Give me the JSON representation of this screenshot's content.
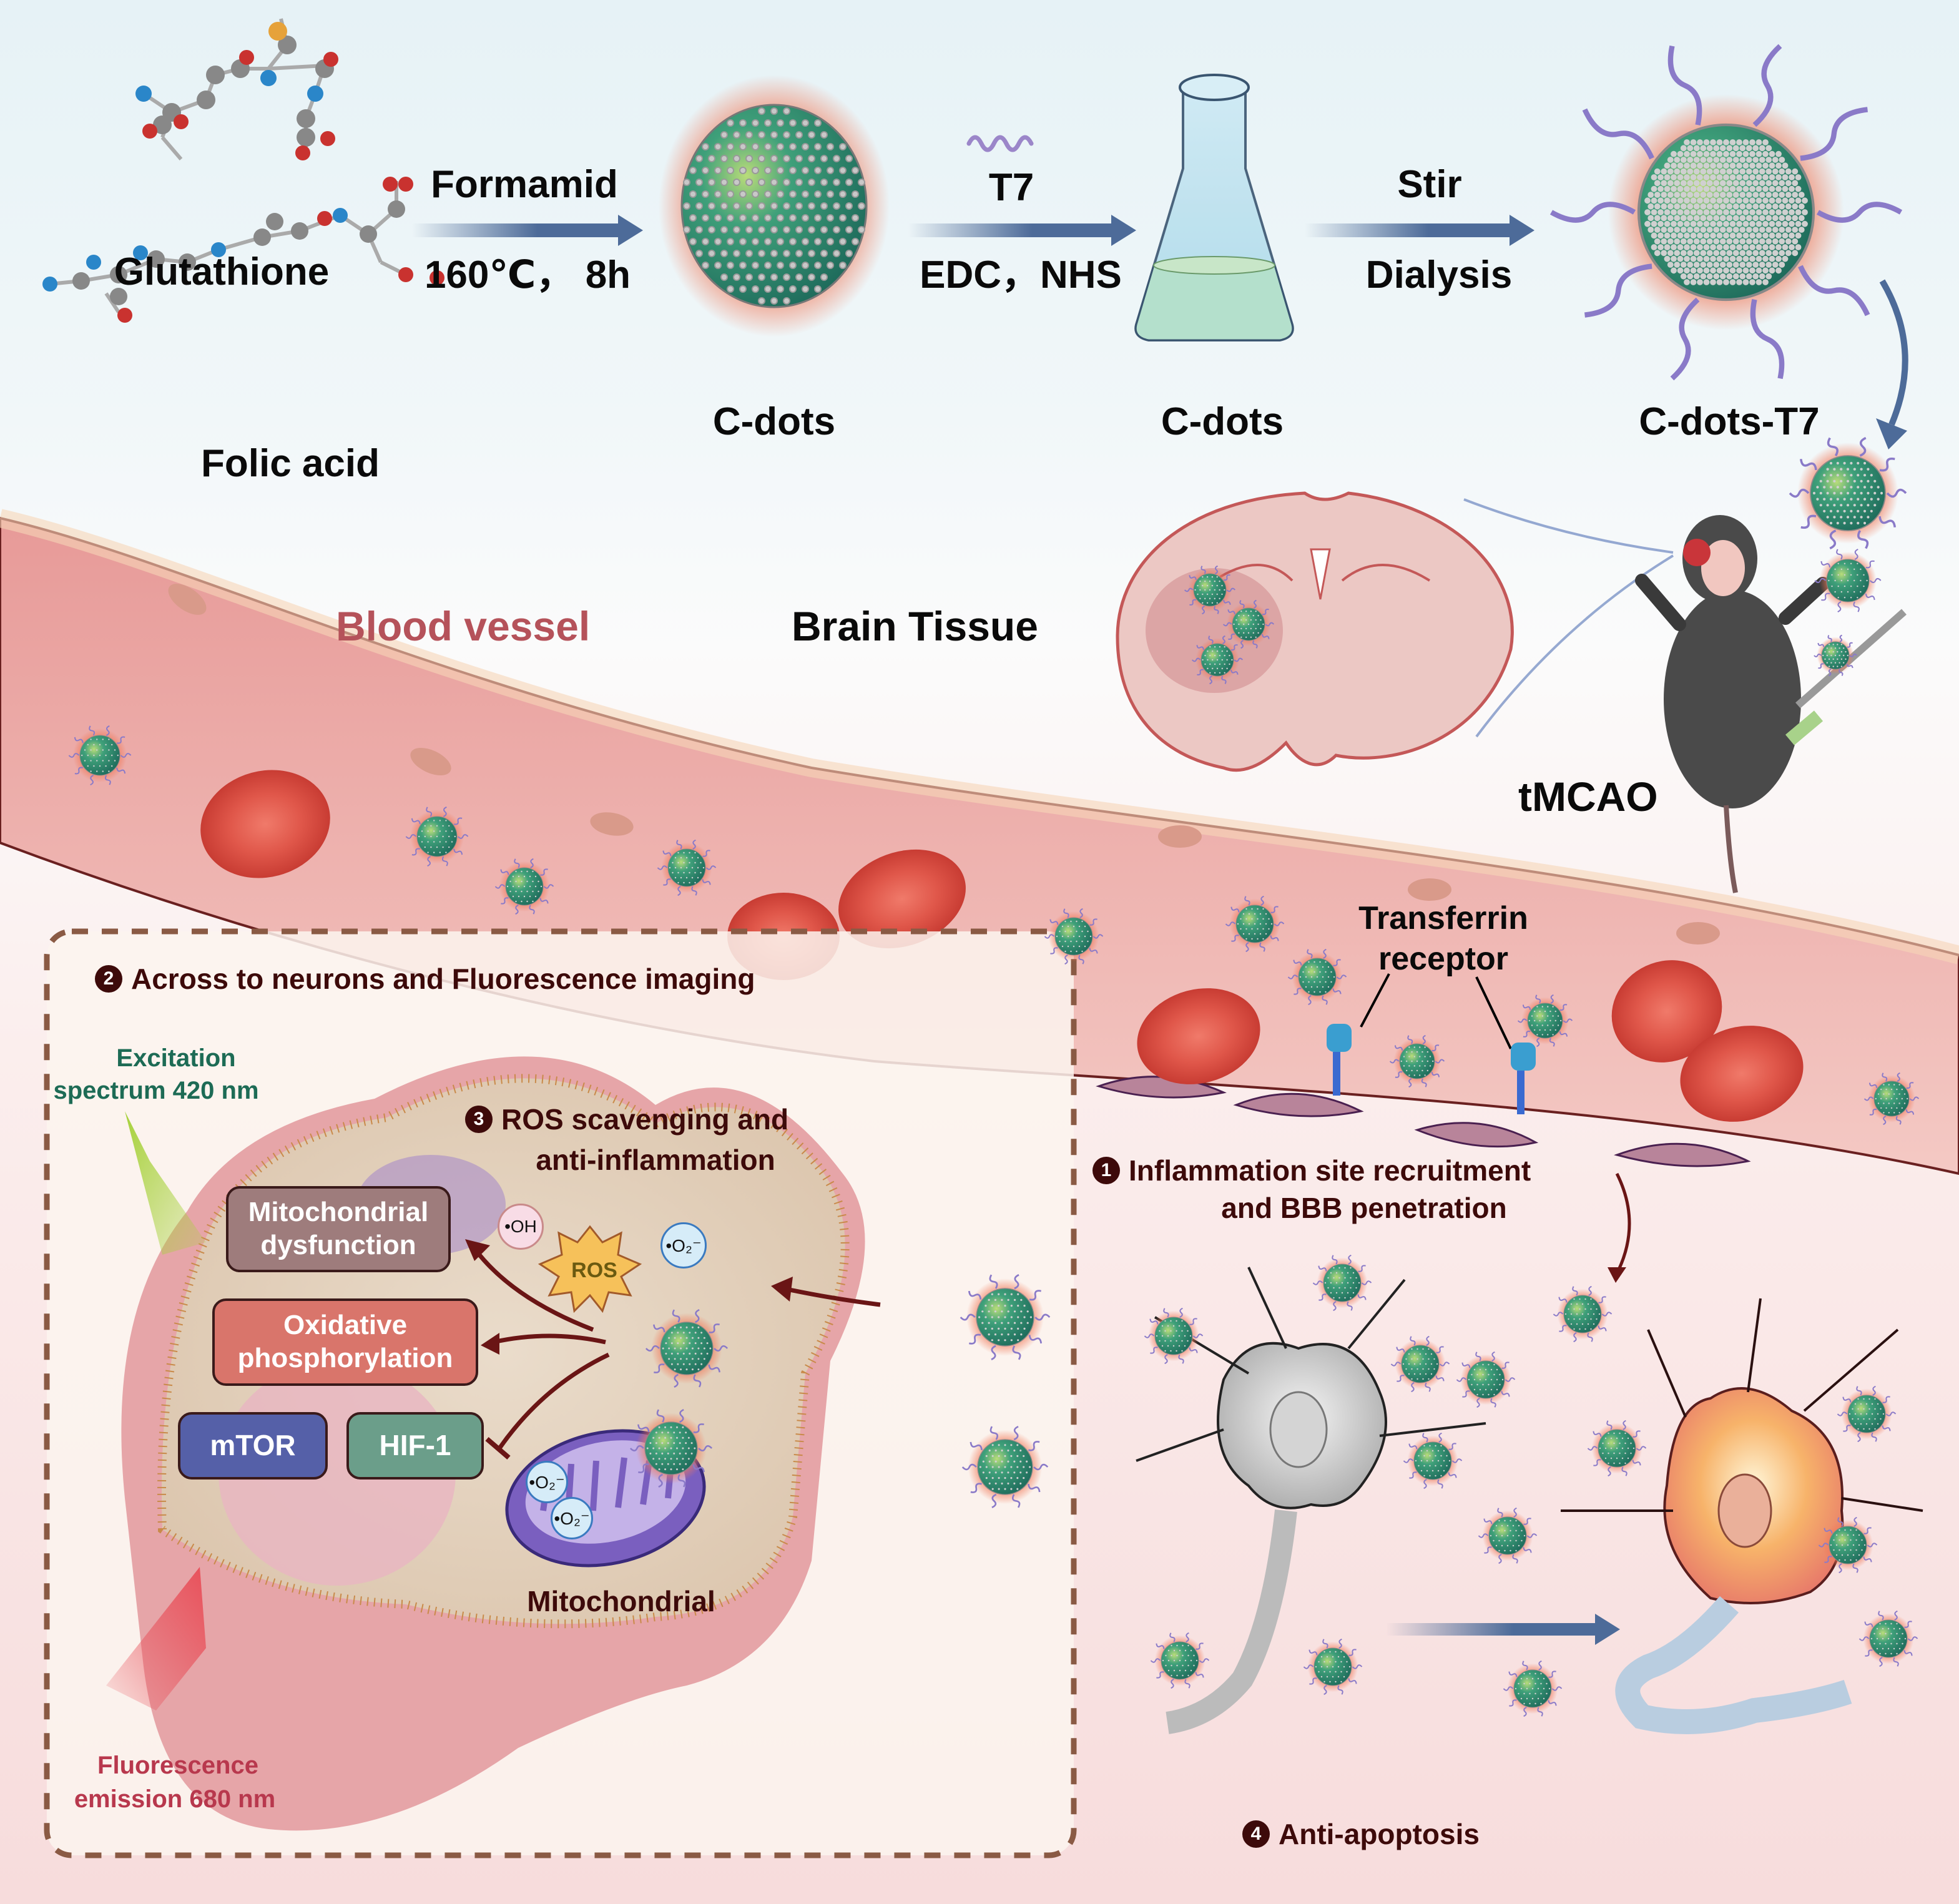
{
  "synthesis": {
    "reactants": {
      "glutathione": "Glutathione",
      "folic_acid": "Folic acid"
    },
    "step1": {
      "above": "Formamid",
      "below": "160℃，  8h"
    },
    "product1": "C-dots",
    "step2": {
      "above": "T7",
      "below": "EDC，NHS"
    },
    "product2": "C-dots",
    "step3": {
      "above": "Stir",
      "below": "Dialysis"
    },
    "product3": "C-dots-T7"
  },
  "labels": {
    "blood_vessel": "Blood vessel",
    "brain_tissue": "Brain Tissue",
    "model": "tMCAO",
    "receptor_line1": "Transferrin",
    "receptor_line2": "receptor"
  },
  "steps": [
    {
      "number": "1",
      "line1": "Inflammation site recruitment",
      "line2": "and BBB penetration"
    },
    {
      "number": "2",
      "line1": "Across to neurons and Fluorescence imaging"
    },
    {
      "number": "3",
      "line1": "ROS scavenging and",
      "line2": "anti-inflammation"
    },
    {
      "number": "4",
      "line1": "Anti-apoptosis"
    }
  ],
  "imaging": {
    "excitation_line1": "Excitation",
    "excitation_line2": "spectrum 420 nm",
    "emission_line1": "Fluorescence",
    "emission_line2": "emission 680 nm"
  },
  "cell": {
    "boxes": {
      "mito_dysfunction": "Mitochondrial dysfunction",
      "oxphos": "Oxidative phosphorylation",
      "mtor": "mTOR",
      "hif1": "HIF-1"
    },
    "ros": "ROS",
    "radicals": {
      "hydroxyl": "•OH",
      "superoxide": "•O₂⁻"
    },
    "organelle_label": "Mitochondrial"
  },
  "colors": {
    "arrow": "#4d6b99",
    "step_text": "#3d0a0a",
    "excitation": "#1d6b55",
    "emission": "#b8384d",
    "vessel_label": "#b5525a",
    "mito_box": "#9e7c7c",
    "oxphos_box": "#d9756b",
    "mtor_box": "#5560a8",
    "hif_box": "#6b9e8a"
  }
}
